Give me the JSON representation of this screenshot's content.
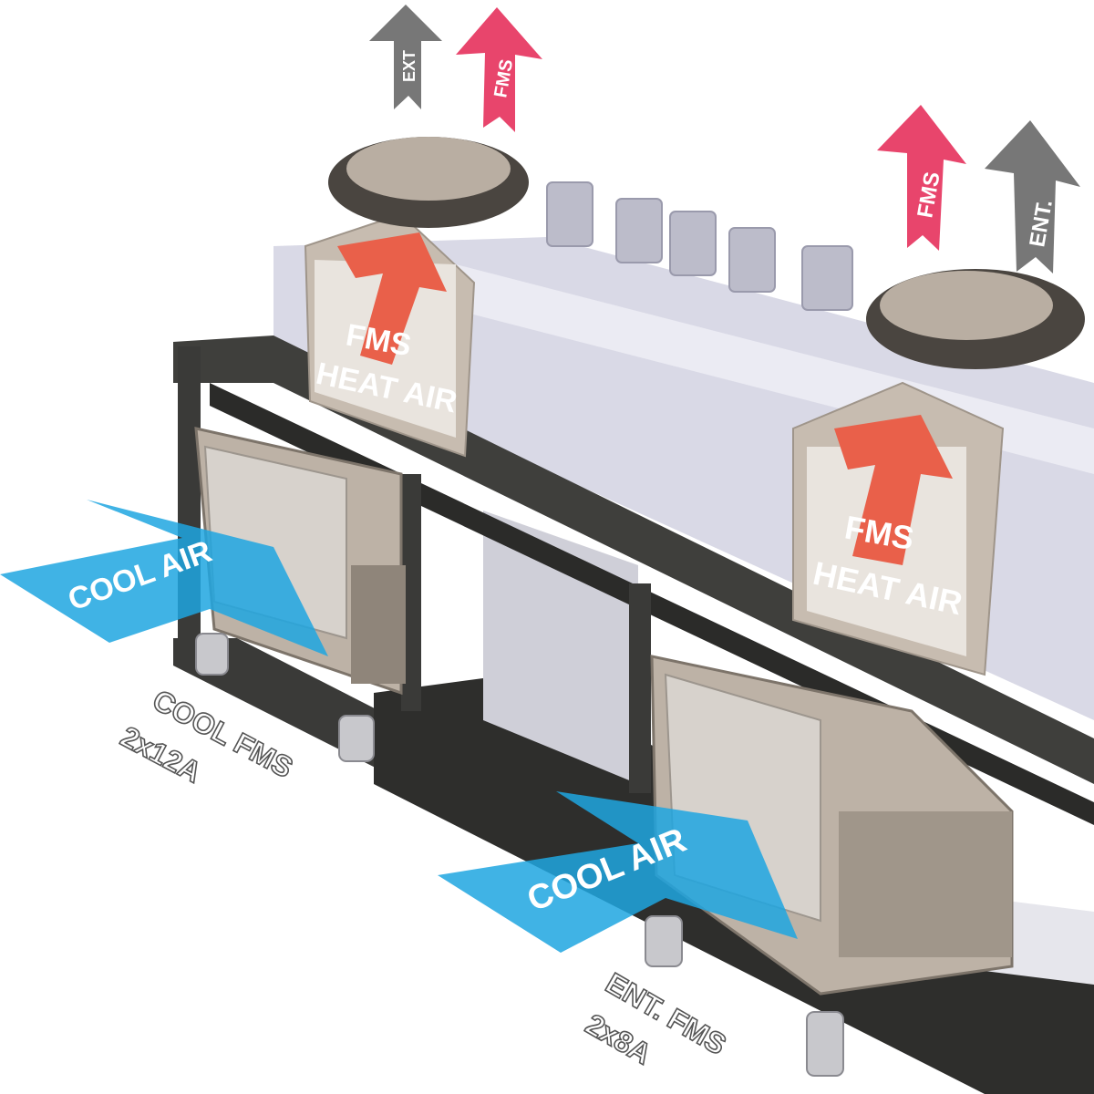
{
  "arrows": {
    "exit_left": "EXT",
    "fms_left": "FMS",
    "fms_right": "FMS",
    "ent_right": "ENT."
  },
  "heat_labels": [
    {
      "line1": "FMS",
      "line2": "HEAT AIR"
    },
    {
      "line1": "FMS",
      "line2": "HEAT AIR"
    }
  ],
  "cool_air": [
    "COOL AIR",
    "COOL AIR"
  ],
  "fan_labels": [
    {
      "line1": "COOL FMS",
      "line2": "2x12A"
    },
    {
      "line1": "ENT. FMS",
      "line2": "2x8A"
    }
  ],
  "colors": {
    "pink": "#e8456c",
    "grey_arrow": "#777777",
    "heat_arrow": "#e9604a",
    "cool_blue": "#1fa6e0",
    "frame": "#3a3a38",
    "housing": "#c7bcb0",
    "body": "#d9d9e6"
  }
}
